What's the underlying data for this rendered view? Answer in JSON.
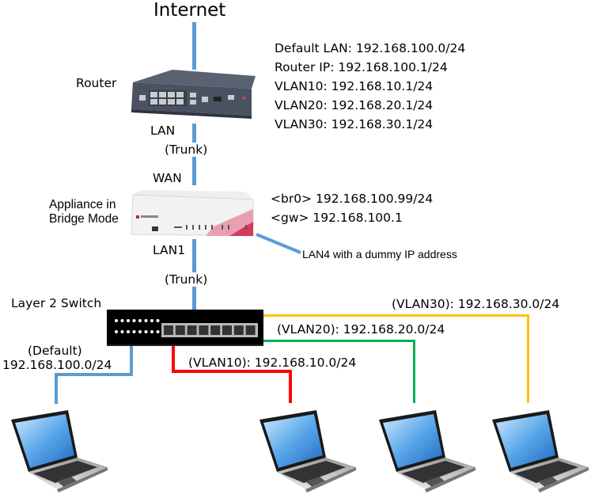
{
  "title": "Internet",
  "router": {
    "label": "Router",
    "port_label": "LAN",
    "info": [
      "Default LAN: 192.168.100.0/24",
      "Router IP: 192.168.100.1/24",
      "VLAN10: 192.168.10.1/24",
      "VLAN20: 192.168.20.1/24",
      "VLAN30: 192.168.30.1/24"
    ]
  },
  "link_router_appliance": "(Trunk)",
  "appliance": {
    "label_line1": "Appliance in",
    "label_line2": "Bridge Mode",
    "wan_label": "WAN",
    "lan_label": "LAN1",
    "br0": "<br0> 192.168.100.99/24",
    "gw": "<gw> 192.168.100.1",
    "lan4_note": "LAN4 with a dummy IP address"
  },
  "link_appliance_switch": "(Trunk)",
  "switch": {
    "label": "Layer 2 Switch"
  },
  "segments": {
    "default_line1": "(Default)",
    "default_line2": "192.168.100.0/24",
    "vlan10": "(VLAN10): 192.168.10.0/24",
    "vlan20": "(VLAN20): 192.168.20.0/24",
    "vlan30": "(VLAN30): 192.168.30.0/24"
  },
  "colors": {
    "default": "#5b9bd5",
    "vlan10": "#ff0000",
    "vlan20": "#00b050",
    "vlan30": "#ffc000"
  }
}
